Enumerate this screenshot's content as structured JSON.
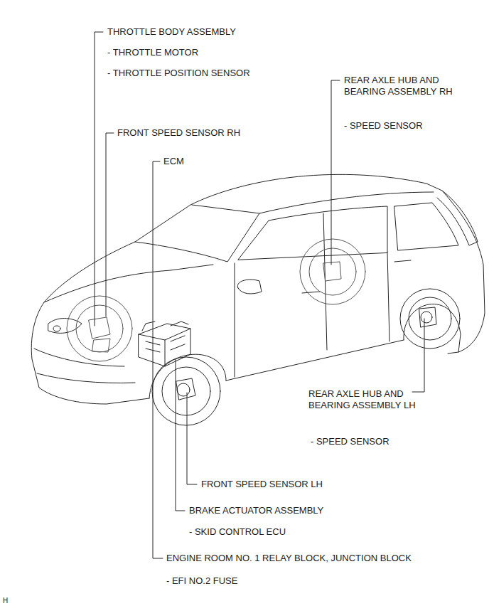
{
  "diagram": {
    "labels": [
      "THROTTLE BODY ASSEMBLY",
      "- THROTTLE MOTOR",
      "- THROTTLE POSITION SENSOR",
      "FRONT SPEED SENSOR RH",
      "ECM",
      "REAR AXLE HUB AND BEARING ASSEMBLY RH",
      "- SPEED SENSOR",
      "REAR AXLE HUB AND BEARING ASSEMBLY LH",
      "- SPEED SENSOR",
      "FRONT SPEED SENSOR LH",
      "BRAKE ACTUATOR ASSEMBLY",
      "- SKID CONTROL ECU",
      "ENGINE ROOM NO. 1 RELAY BLOCK, JUNCTION BLOCK",
      "- EFI NO.2 FUSE",
      "H"
    ]
  }
}
